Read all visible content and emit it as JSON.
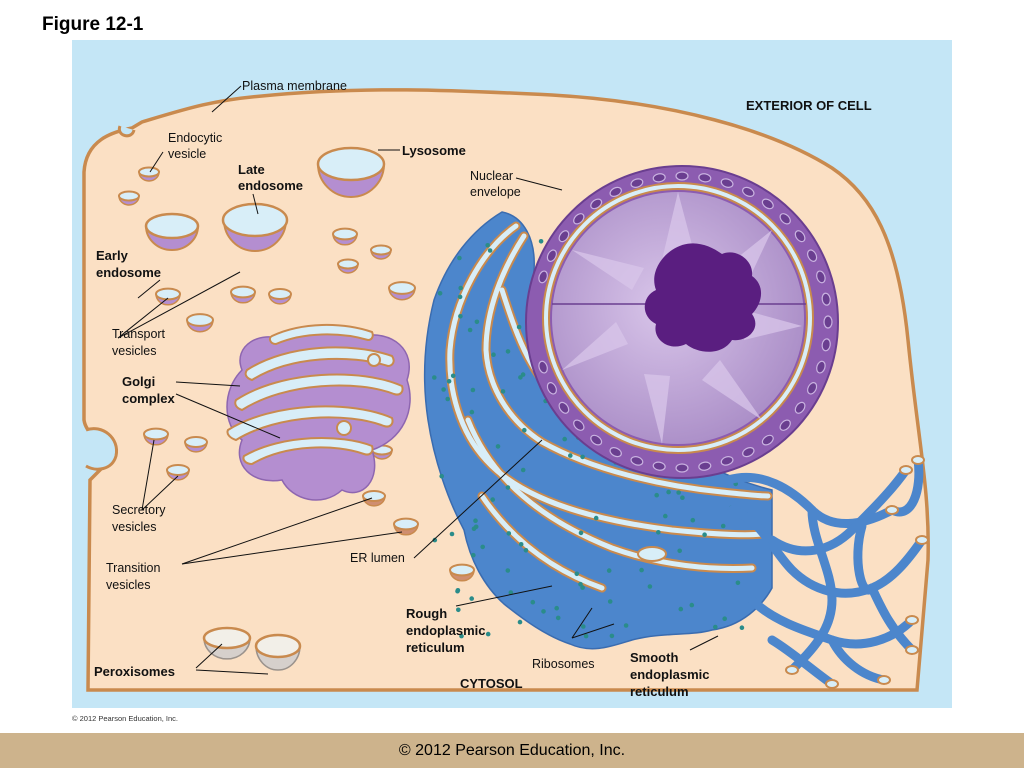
{
  "figure_title": "Figure 12-1",
  "labels": {
    "plasma_membrane": "Plasma membrane",
    "exterior_of_cell": "EXTERIOR OF CELL",
    "endocytic_vesicle": [
      "Endocytic",
      "vesicle"
    ],
    "late_endosome": [
      "Late",
      "endosome"
    ],
    "lysosome": "Lysosome",
    "nuclear_envelope": [
      "Nuclear",
      "envelope"
    ],
    "early_endosome": [
      "Early",
      "endosome"
    ],
    "transport_vesicles": [
      "Transport",
      "vesicles"
    ],
    "golgi_complex": [
      "Golgi",
      "complex"
    ],
    "secretory_vesicles": [
      "Secretory",
      "vesicles"
    ],
    "transition_vesicles": [
      "Transition",
      "vesicles"
    ],
    "er_lumen": "ER lumen",
    "rough_er": [
      "Rough",
      "endoplasmic",
      "reticulum"
    ],
    "ribosomes": "Ribosomes",
    "smooth_er": [
      "Smooth",
      "endoplasmic",
      "reticulum"
    ],
    "peroxisomes": "Peroxisomes",
    "cytosol": "CYTOSOL"
  },
  "small_copyright": "© 2012 Pearson Education, Inc.",
  "footer_copyright": "© 2012 Pearson Education, Inc.",
  "colors": {
    "exterior": "#c4e6f6",
    "cytoplasm": "#fbe0c4",
    "membrane": "#c98a4e",
    "vesicle_fill": "#b48ed0",
    "vesicle_lumen": "#d8eef8",
    "nucleus": "#8c5cb0",
    "nucleolus": "#5a1e80",
    "rough_er": "#4c86cc",
    "ribosome": "#2a8c8a",
    "peroxisome": "#d6d0cc",
    "footer": "#cdb38c"
  }
}
